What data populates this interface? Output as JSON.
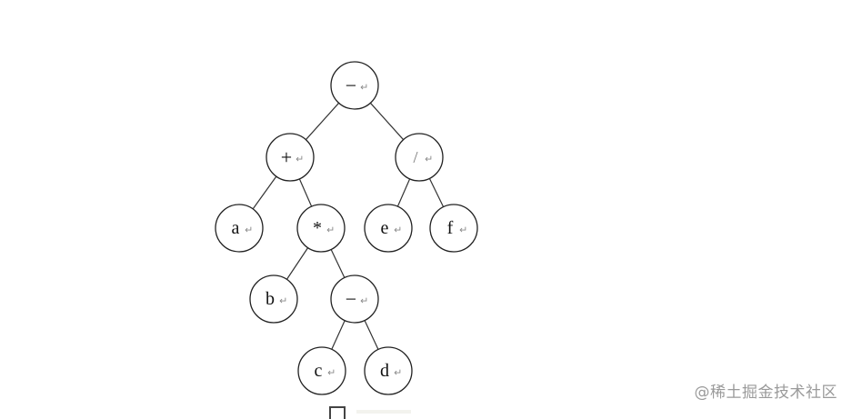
{
  "diagram": {
    "nodes": [
      {
        "id": "root",
        "label": "−",
        "kind": "op-minus"
      },
      {
        "id": "plus",
        "label": "+",
        "kind": "op-plus"
      },
      {
        "id": "div",
        "label": "/",
        "kind": "op-slash"
      },
      {
        "id": "a",
        "label": "a",
        "kind": "leaf"
      },
      {
        "id": "mul",
        "label": "*",
        "kind": "op-mul"
      },
      {
        "id": "e",
        "label": "e",
        "kind": "leaf"
      },
      {
        "id": "f",
        "label": "f",
        "kind": "leaf"
      },
      {
        "id": "b",
        "label": "b",
        "kind": "leaf"
      },
      {
        "id": "minus2",
        "label": "−",
        "kind": "op-minus"
      },
      {
        "id": "c",
        "label": "c",
        "kind": "leaf"
      },
      {
        "id": "d",
        "label": "d",
        "kind": "leaf"
      }
    ],
    "edges": [
      [
        "root",
        "plus"
      ],
      [
        "root",
        "div"
      ],
      [
        "plus",
        "a"
      ],
      [
        "plus",
        "mul"
      ],
      [
        "div",
        "e"
      ],
      [
        "div",
        "f"
      ],
      [
        "mul",
        "b"
      ],
      [
        "mul",
        "minus2"
      ],
      [
        "minus2",
        "c"
      ],
      [
        "minus2",
        "d"
      ]
    ],
    "paragraph_mark": "↵"
  },
  "watermark": "@稀土掘金技术社区"
}
